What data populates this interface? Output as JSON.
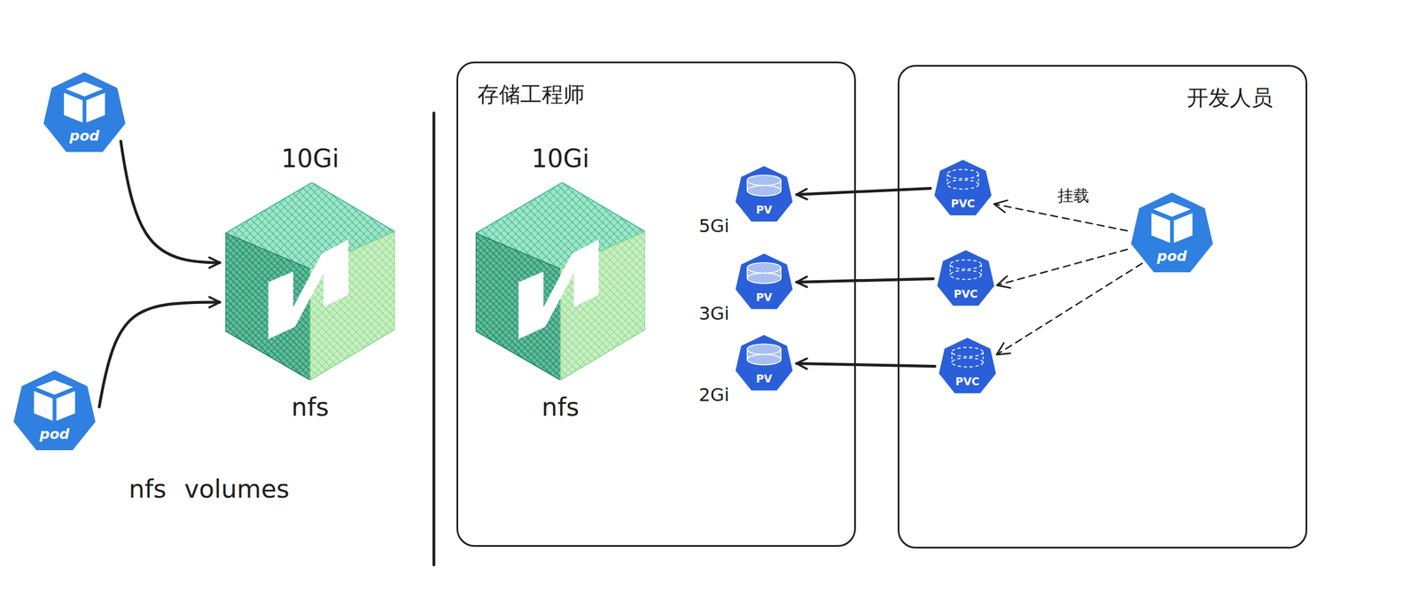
{
  "diagram": {
    "nodes": [
      {
        "text": [
          "pod"
        ]
      },
      {
        "text": [
          "pod"
        ]
      },
      {
        "text": [
          "10Gi",
          "nfs"
        ]
      },
      {
        "text": [
          "存储工程师"
        ]
      },
      {
        "text": [
          "10Gi",
          "nfs"
        ],
        "in": 3
      },
      {
        "text": [
          "PV",
          "5Gi"
        ],
        "in": 3
      },
      {
        "text": [
          "PV",
          "3Gi"
        ],
        "in": 3
      },
      {
        "text": [
          "PV",
          "2Gi"
        ],
        "in": 3
      },
      {
        "text": [
          "开发人员"
        ]
      },
      {
        "text": [
          "PVC"
        ],
        "in": 8
      },
      {
        "text": [
          "PVC"
        ],
        "in": 8
      },
      {
        "text": [
          "PVC"
        ],
        "in": 8
      },
      {
        "text": [
          "pod"
        ],
        "in": 8
      }
    ],
    "edges": [
      {
        "from": 0,
        "to": 2,
        "arrow": "to"
      },
      {
        "from": 1,
        "to": 2,
        "arrow": "to"
      },
      {
        "from": 9,
        "to": 5,
        "arrow": "to"
      },
      {
        "from": 10,
        "to": 6,
        "arrow": "to"
      },
      {
        "from": 11,
        "to": 7,
        "arrow": "to"
      },
      {
        "from": 12,
        "to": 9,
        "label": "挂载",
        "arrow": "to"
      },
      {
        "from": 12,
        "to": 10,
        "arrow": "to"
      },
      {
        "from": 12,
        "to": 11,
        "arrow": "to"
      }
    ],
    "labels": [
      "nfs volumes"
    ]
  }
}
